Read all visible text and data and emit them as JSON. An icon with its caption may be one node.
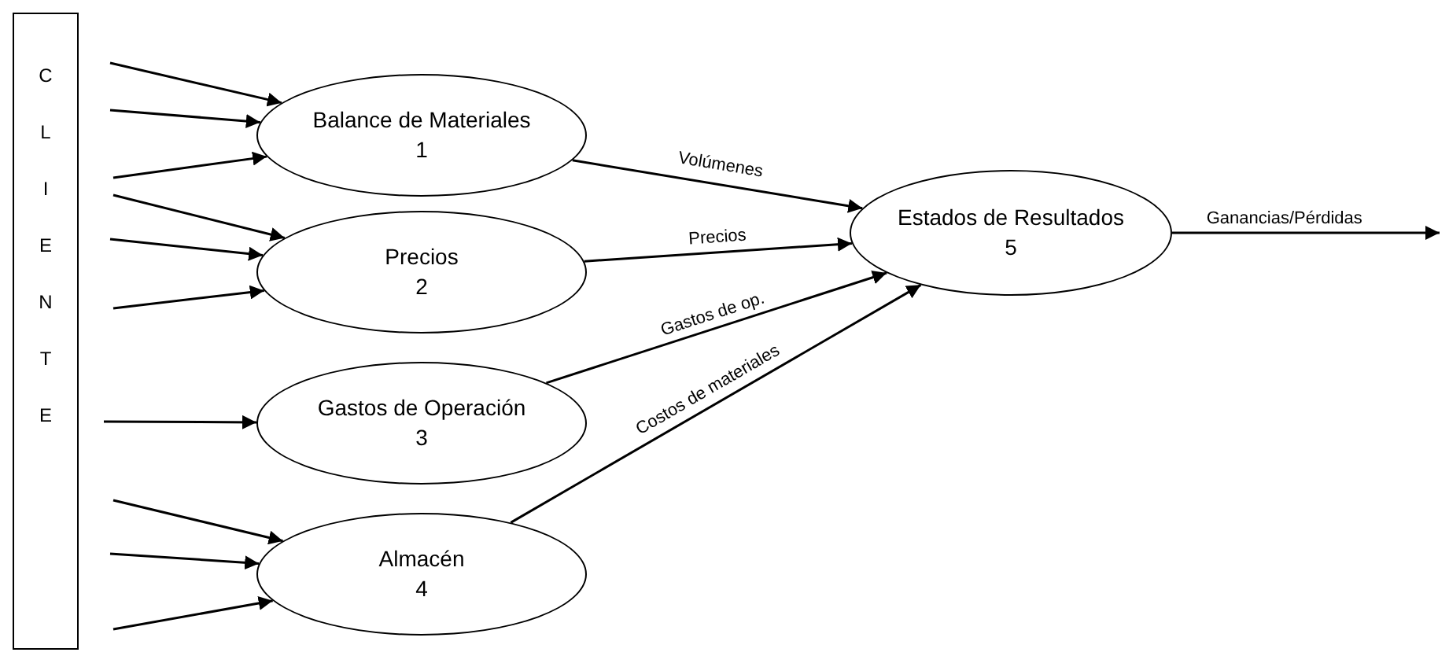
{
  "diagram": {
    "nodes": [
      {
        "text": [
          "CLIENTE"
        ]
      },
      {
        "text": [
          "Balance de Materiales",
          "1"
        ]
      },
      {
        "text": [
          "Precios",
          "2"
        ]
      },
      {
        "text": [
          "Gastos de Operación",
          "3"
        ]
      },
      {
        "text": [
          "Almacén",
          "4"
        ]
      },
      {
        "text": [
          "Estados de Resultados",
          "5"
        ]
      }
    ],
    "edges": [
      {
        "from": null,
        "to": 1,
        "arrow": "to"
      },
      {
        "from": null,
        "to": 1,
        "arrow": "to"
      },
      {
        "from": null,
        "to": 1,
        "arrow": "to"
      },
      {
        "from": null,
        "to": 2,
        "arrow": "to"
      },
      {
        "from": null,
        "to": 2,
        "arrow": "to"
      },
      {
        "from": null,
        "to": 2,
        "arrow": "to"
      },
      {
        "from": null,
        "to": 3,
        "arrow": "to"
      },
      {
        "from": null,
        "to": 4,
        "arrow": "to"
      },
      {
        "from": null,
        "to": 4,
        "arrow": "to"
      },
      {
        "from": null,
        "to": 4,
        "arrow": "to"
      },
      {
        "from": 1,
        "to": 5,
        "label": "Volúmenes",
        "arrow": "to"
      },
      {
        "from": 2,
        "to": 5,
        "label": "Precios",
        "arrow": "to"
      },
      {
        "from": 3,
        "to": 5,
        "label": "Gastos de op.",
        "arrow": "to"
      },
      {
        "from": 4,
        "to": 5,
        "label": "Costos de materiales",
        "arrow": "to"
      },
      {
        "from": 5,
        "to": null,
        "label": "Ganancias/Pérdidas",
        "arrow": "to"
      }
    ]
  }
}
